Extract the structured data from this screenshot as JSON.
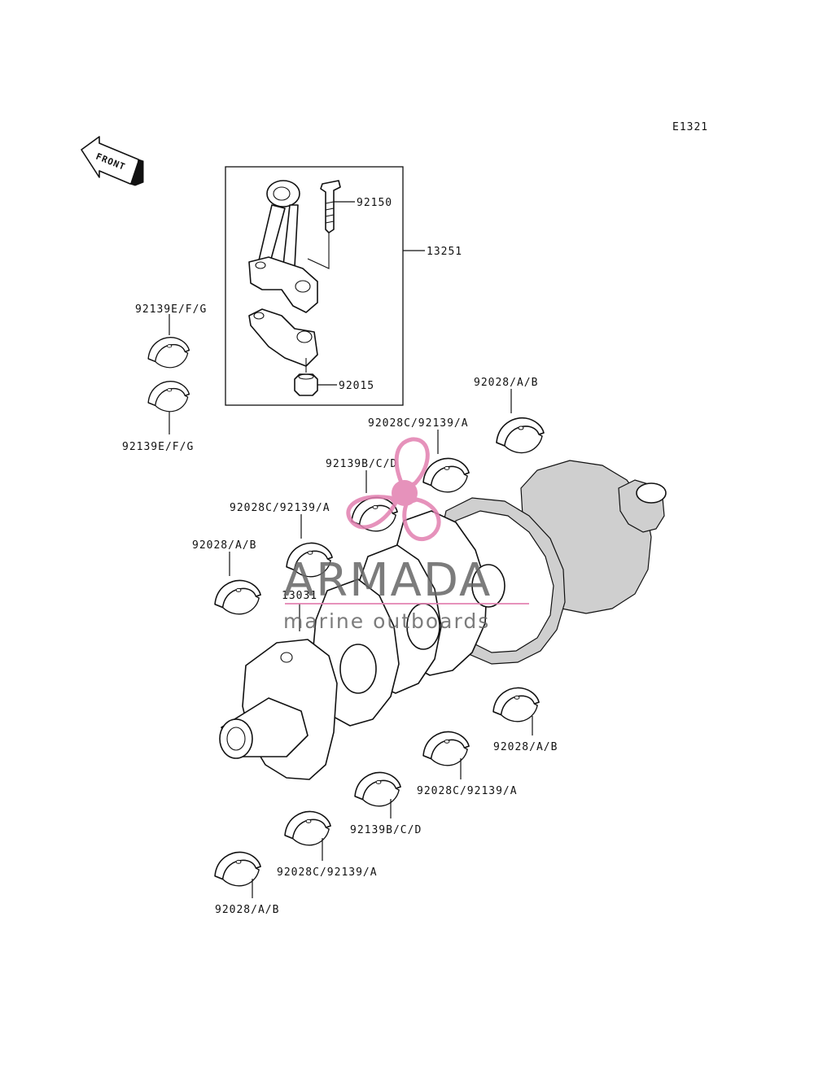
{
  "diagram_code": "E1321",
  "front_label": "FRONT",
  "labels": {
    "rod_bolt": "92150",
    "rod_assembly": "13251",
    "rod_nut": "92015",
    "rod_bearing_upper": "92139E/F/G",
    "rod_bearing_lower": "92139E/F/G",
    "crankshaft": "13031",
    "main_upper_1": "92028/A/B",
    "main_upper_2": "92028C/92139/A",
    "main_upper_3": "92139B/C/D",
    "main_upper_4": "92028C/92139/A",
    "main_upper_5": "92028/A/B",
    "main_lower_1": "92028/A/B",
    "main_lower_2": "92028C/92139/A",
    "main_lower_3": "92139B/C/D",
    "main_lower_4": "92028C/92139/A",
    "main_lower_5": "92028/A/B"
  },
  "watermark": {
    "brand": "ARMADA",
    "tagline": "marine outboards",
    "accent_color": "#e27fb0"
  }
}
